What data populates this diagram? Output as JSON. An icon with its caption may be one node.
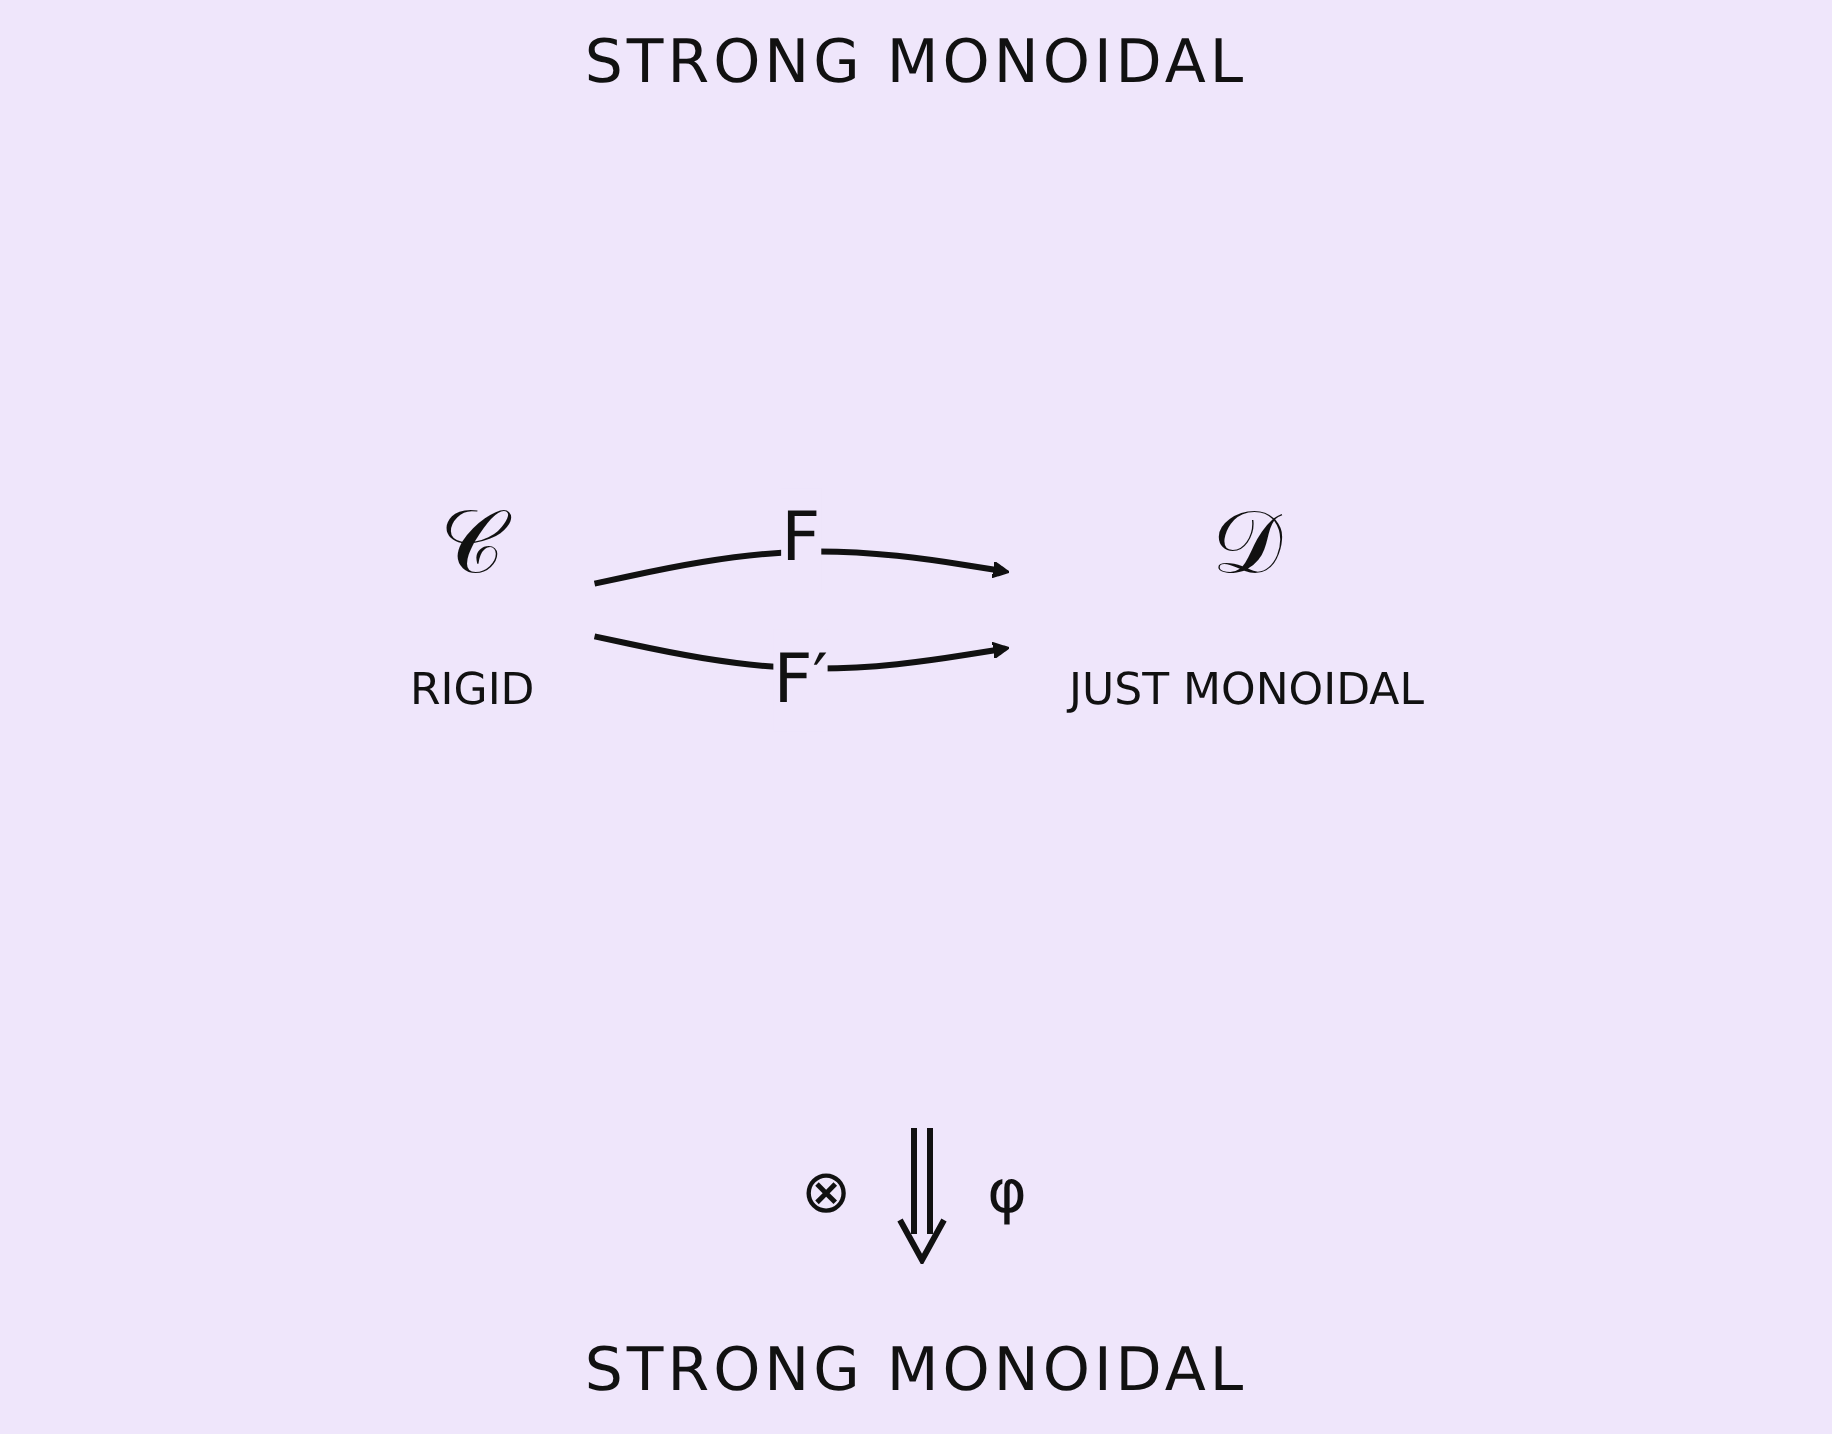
{
  "diagram": {
    "nodes": [
      {
        "text": [
          "𝒞"
        ],
        "beside": [
          "RIGID"
        ]
      },
      {
        "text": [
          "𝒟"
        ],
        "beside": [
          "JUST MONOIDAL"
        ]
      }
    ],
    "edges": [
      {
        "from": 0,
        "to": 1,
        "arrow": "to",
        "label": "F"
      },
      {
        "from": 0,
        "to": 1,
        "arrow": "to",
        "label": "F′"
      }
    ],
    "labels": [
      "STRONG MONOIDAL",
      "⊗",
      "φ",
      "STRONG MONOIDAL"
    ]
  }
}
